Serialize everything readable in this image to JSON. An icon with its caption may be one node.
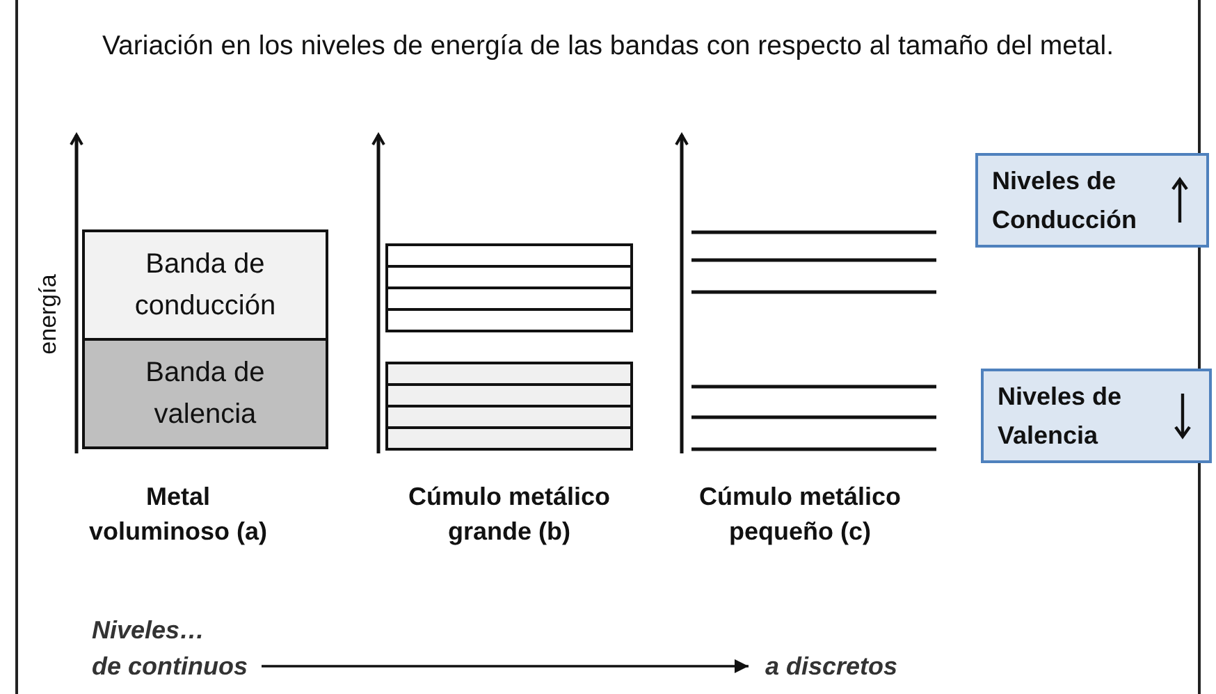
{
  "diagram": {
    "title": "Variación en los niveles de energía de las bandas con respecto al tamaño del metal.",
    "nodes": [
      {
        "text": [
          "Banda de conducción"
        ]
      },
      {
        "text": [
          "Banda de valencia"
        ]
      },
      {
        "text": [
          "Niveles de Conducción"
        ]
      },
      {
        "text": [
          "Niveles de Valencia"
        ]
      },
      {
        "text": [
          "Niveles…",
          "de continuos"
        ]
      },
      {
        "text": [
          "a discretos"
        ]
      }
    ],
    "edges": [
      {
        "from": 4,
        "to": 5,
        "arrow": "to"
      }
    ],
    "labels": [
      "energía",
      "Metal voluminoso (a)",
      "Cúmulo metálico grande (b)",
      "Cúmulo metálico pequeño (c)"
    ]
  }
}
